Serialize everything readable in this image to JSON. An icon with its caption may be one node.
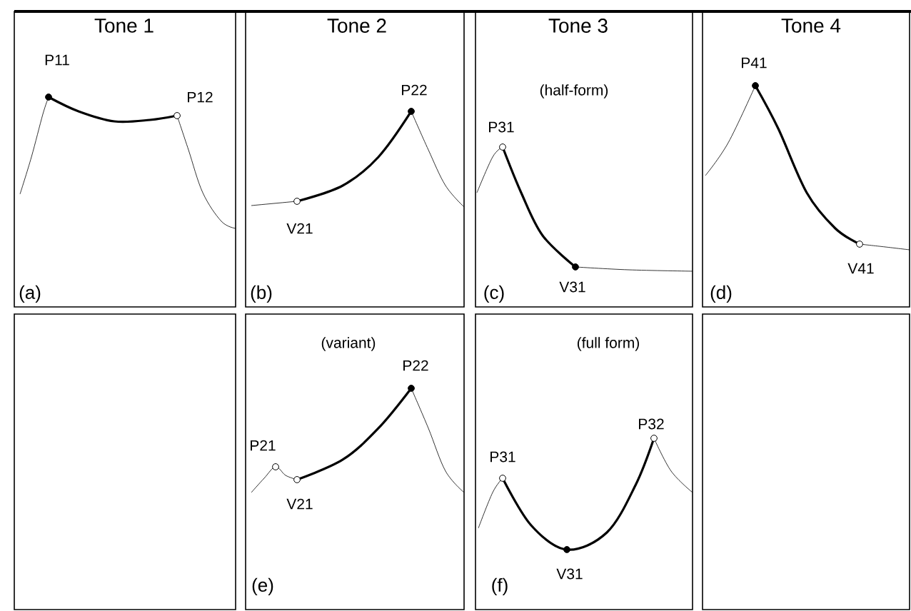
{
  "diagram": {
    "nodes": [
      {
        "text": [
          "Tone 1",
          "P11",
          "P12",
          "(a)"
        ]
      },
      {
        "text": [
          "Tone 2",
          "P22",
          "V21",
          "(b)"
        ]
      },
      {
        "text": [
          "Tone 3",
          "(half-form)",
          "P31",
          "V31",
          "(c)"
        ]
      },
      {
        "text": [
          "Tone 4",
          "P41",
          "V41",
          "(d)"
        ]
      },
      {
        "text": [
          "(variant)",
          "P22",
          "P21",
          "V21",
          "(e)"
        ]
      },
      {
        "text": [
          "(full form)",
          "P32",
          "P31",
          "V31",
          "(f)"
        ]
      }
    ],
    "edges": []
  }
}
